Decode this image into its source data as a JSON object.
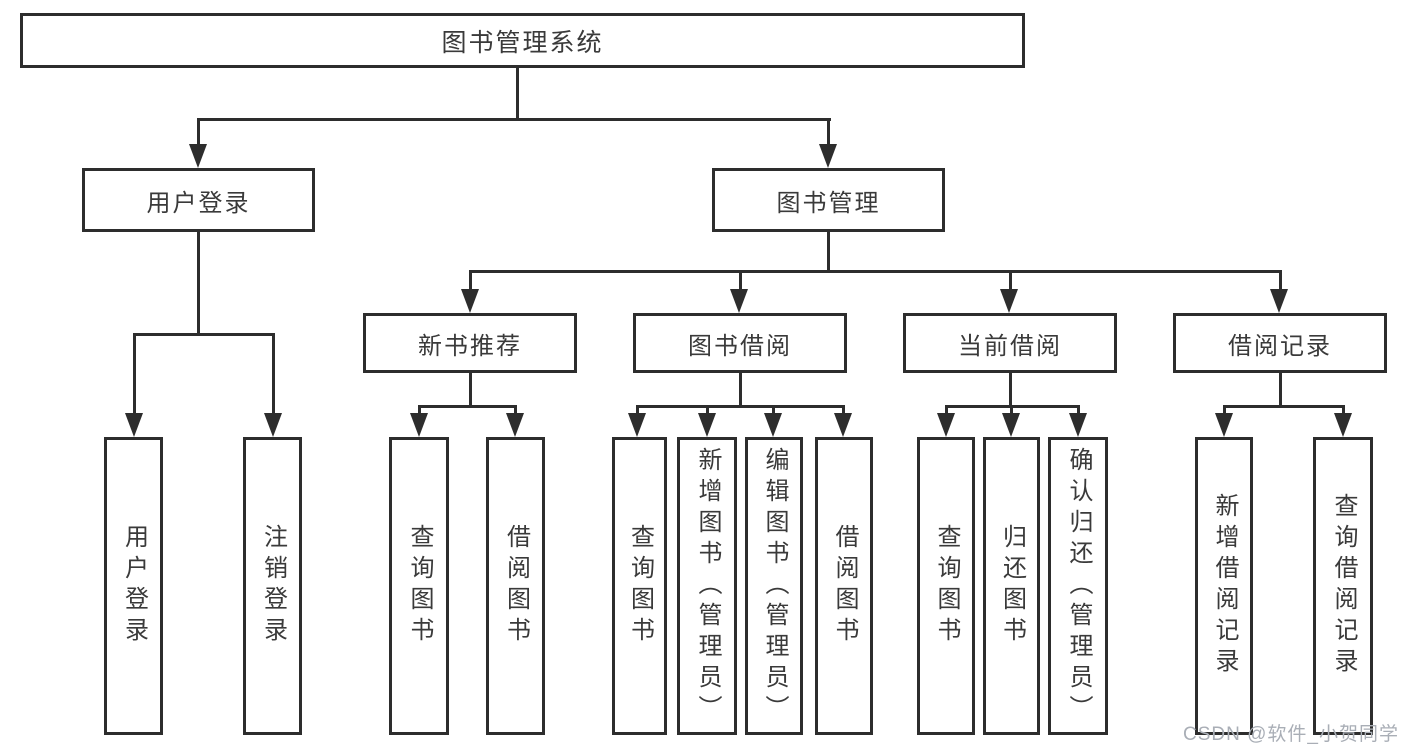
{
  "diagram": {
    "root": {
      "label": "图书管理系统"
    },
    "branches": {
      "user_login": {
        "label": "用户登录",
        "children": {
          "login": {
            "label": "用户登录"
          },
          "logout": {
            "label": "注销登录"
          }
        }
      },
      "book_mgmt": {
        "label": "图书管理",
        "children": {
          "new_book_rec": {
            "label": "新书推荐",
            "children": {
              "query_book": {
                "label": "查询图书"
              },
              "borrow_book": {
                "label": "借阅图书"
              }
            }
          },
          "book_borrow": {
            "label": "图书借阅",
            "children": {
              "query_book": {
                "label": "查询图书"
              },
              "add_book": {
                "label": "新增图书（管理员）"
              },
              "edit_book": {
                "label": "编辑图书（管理员）"
              },
              "borrow_book": {
                "label": "借阅图书"
              }
            }
          },
          "current_borrow": {
            "label": "当前借阅",
            "children": {
              "query_book": {
                "label": "查询图书"
              },
              "return_book": {
                "label": "归还图书"
              },
              "confirm_return": {
                "label": "确认归还（管理员）"
              }
            }
          },
          "borrow_records": {
            "label": "借阅记录",
            "children": {
              "add_record": {
                "label": "新增借阅记录"
              },
              "query_record": {
                "label": "查询借阅记录"
              }
            }
          }
        }
      }
    },
    "watermark": "CSDN @软件_小贺同学",
    "colors": {
      "line": "#2d2d2d",
      "text": "#3a3a3a",
      "watermark": "#a9aeb6",
      "background": "#ffffff"
    }
  }
}
